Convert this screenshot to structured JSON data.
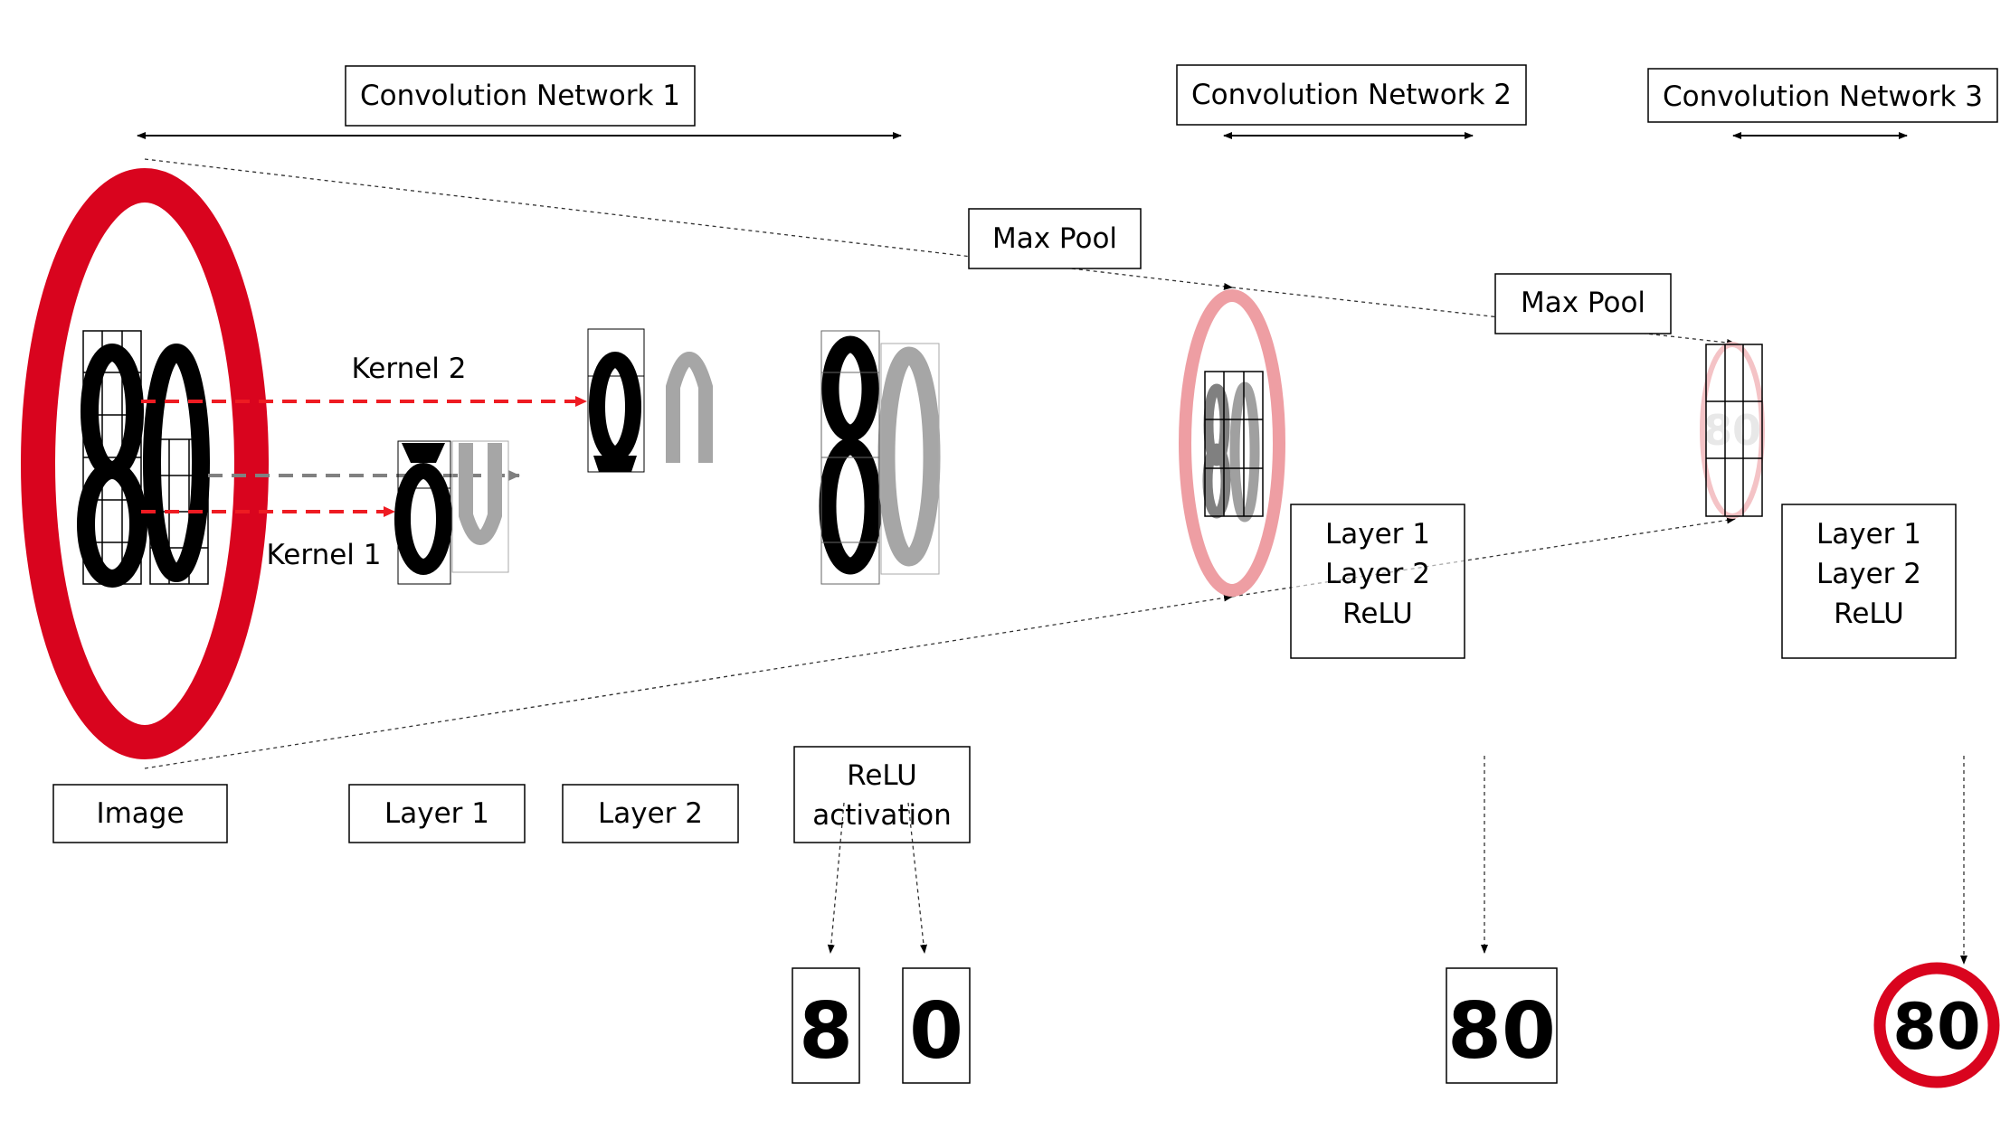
{
  "headers": {
    "cn1": "Convolution Network 1",
    "cn2": "Convolution Network 2",
    "cn3": "Convolution Network 3"
  },
  "labels": {
    "max_pool_1": "Max Pool",
    "max_pool_2": "Max Pool",
    "kernel_1": "Kernel 1",
    "kernel_2": "Kernel 2",
    "image": "Image",
    "layer_1": "Layer 1",
    "layer_2": "Layer 2",
    "relu_activation_line1": "ReLU",
    "relu_activation_line2": "activation"
  },
  "network_boxes": {
    "cn2": [
      "Layer 1",
      "Layer 2",
      "ReLU"
    ],
    "cn3": [
      "Layer 1",
      "Layer 2",
      "ReLU"
    ]
  },
  "sign": {
    "main_digits": "80",
    "digit_eight": "8",
    "digit_zero": "0",
    "eight_digit_1": "8",
    "zero_digit_1": "0",
    "eighty": "80",
    "eighty_sign": "80"
  },
  "outputs": {
    "digit_8": "8",
    "digit_0": "0",
    "number_80": "80",
    "sign_80": "80"
  },
  "colors": {
    "sign_red": "#d9041e",
    "sign_pink": "#ee9ea3",
    "kernel_arrow_red": "#ee1b22",
    "kernel_arrow_gray": "#808080",
    "gray_digit": "#a6a6a6"
  }
}
